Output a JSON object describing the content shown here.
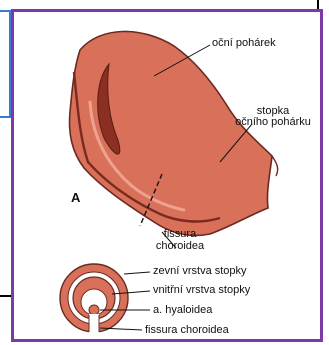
{
  "figure": {
    "panel_letter": "A",
    "labels": {
      "optic_cup": "oční pohárek",
      "optic_stalk_line1": "stopka",
      "optic_stalk_line2": "očního pohárku",
      "fissure_line1": "fissura",
      "fissure_line2": "choroidea"
    },
    "cross_section_labels": {
      "outer_layer": "zevní vrstva stopky",
      "inner_layer": "vnitřní vrstva stopky",
      "hyaloid_artery": "a. hyaloidea",
      "choroid_fissure": "fissura choroidea"
    }
  },
  "colors": {
    "frame": "#7a3aa8",
    "tissue": "#d9705a",
    "tissue_dark": "#8a2f22",
    "slide_box": "#3a7bd5"
  }
}
